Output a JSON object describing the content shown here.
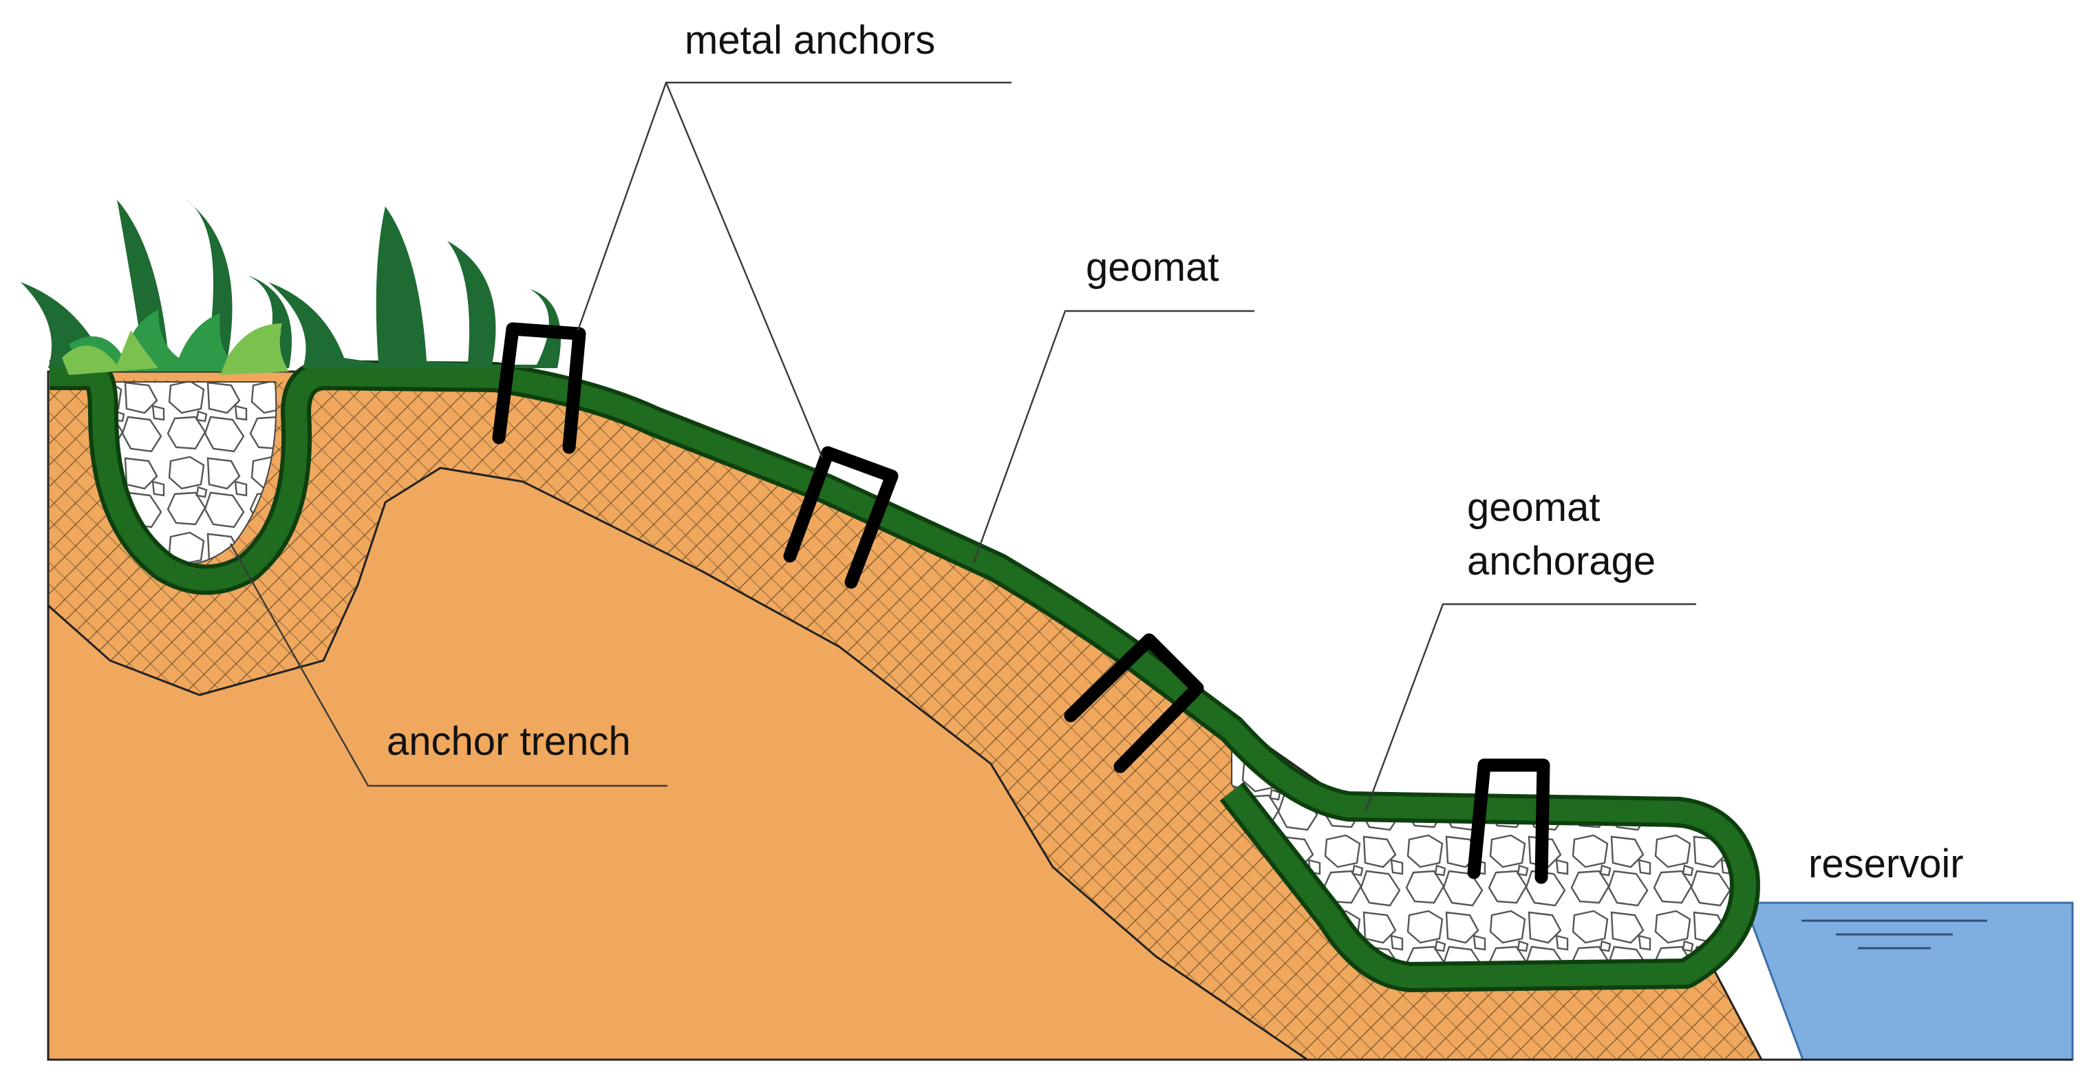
{
  "labels": {
    "metal_anchors": "metal anchors",
    "geomat": "geomat",
    "geomat_anchorage_line1": "geomat",
    "geomat_anchorage_line2": "anchorage",
    "anchor_trench": "anchor trench",
    "reservoir": "reservoir"
  },
  "colors": {
    "soil": "#EFA85D",
    "hatch": "#6a4a2a",
    "geomat": "#1F6B1F",
    "geomat_outline": "#0E3F0E",
    "stone_fill": "#FFFFFF",
    "stone_stroke": "#555555",
    "water": "#7EAFE0",
    "water_stroke": "#3C6EA8",
    "grass_dark": "#1E6B33",
    "grass_mid": "#2E9A48",
    "grass_light": "#7BC14F",
    "anchor": "#000000"
  },
  "icons": [
    "grass-tuft-icon",
    "metal-anchor-icon",
    "water-level-icon",
    "stone-fill-icon"
  ]
}
